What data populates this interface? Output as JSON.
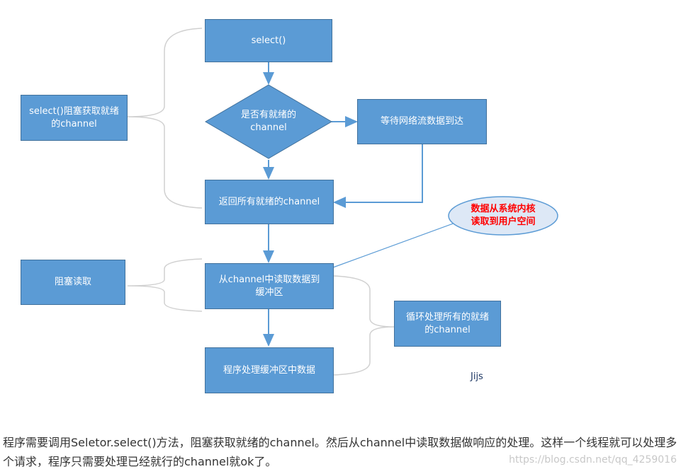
{
  "diagram": {
    "steps": {
      "select": "select()",
      "decision": "是否有就绪的\nchannel",
      "wait": "等待网络流数据到达",
      "return_ready": "返回所有就绪的channel",
      "read_channel": "从channel中读取数据到\n缓冲区",
      "process": "程序处理缓冲区中数据"
    },
    "side_notes": {
      "select_blocking": "select()阻塞获取就绪\n的channel",
      "blocking_read": "阻塞读取",
      "loop_ready": "循环处理所有的就绪\n的channel"
    },
    "ellipse_note": "数据从系统内核\n读取到用户空间",
    "signature": "Jijs",
    "colors": {
      "box_fill": "#5b9bd5",
      "box_border": "#41719c",
      "note_red": "#ff0000"
    }
  },
  "caption": {
    "text": "程序需要调用Seletor.select()方法，阻塞获取就绪的channel。然后从channel中读取数据做响应的处理。这样一个线程就可以处理多个请求，程序只需要处理已经就行的channel就ok了。",
    "watermark": "https://blog.csdn.net/qq_4259016"
  }
}
